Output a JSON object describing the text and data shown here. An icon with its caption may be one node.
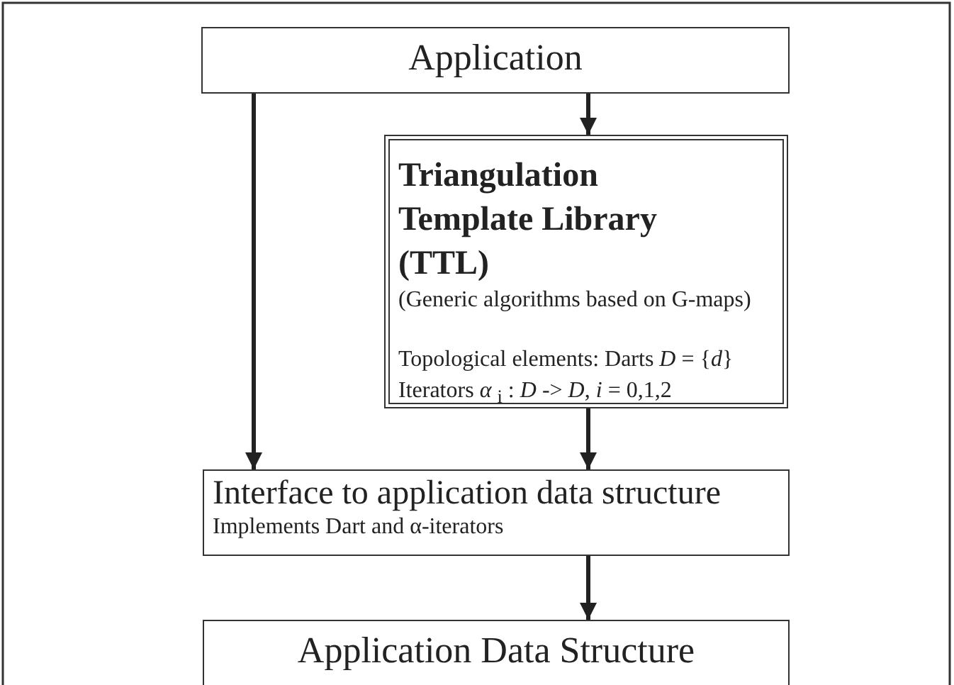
{
  "diagram": {
    "nodes": [
      {
        "text": [
          "Application"
        ]
      },
      {
        "text": [
          "Triangulation Template Library (TTL)",
          "(Generic algorithms based on G-maps)",
          "Topological elements: Darts *D* = {*d*}",
          "Iterators *α* $_{i}$ : *D* -> *D*,  *i* = 0,1,2"
        ]
      },
      {
        "text": [
          "Interface to application data structure",
          "Implements Dart and α-iterators"
        ]
      },
      {
        "text": [
          "Application Data Structure"
        ]
      }
    ],
    "edges": [
      {
        "from": 0,
        "to": 1,
        "arrow": "to"
      },
      {
        "from": 0,
        "to": 2,
        "arrow": "to"
      },
      {
        "from": 1,
        "to": 2,
        "arrow": "to"
      },
      {
        "from": 2,
        "to": 3,
        "arrow": "to"
      }
    ]
  }
}
